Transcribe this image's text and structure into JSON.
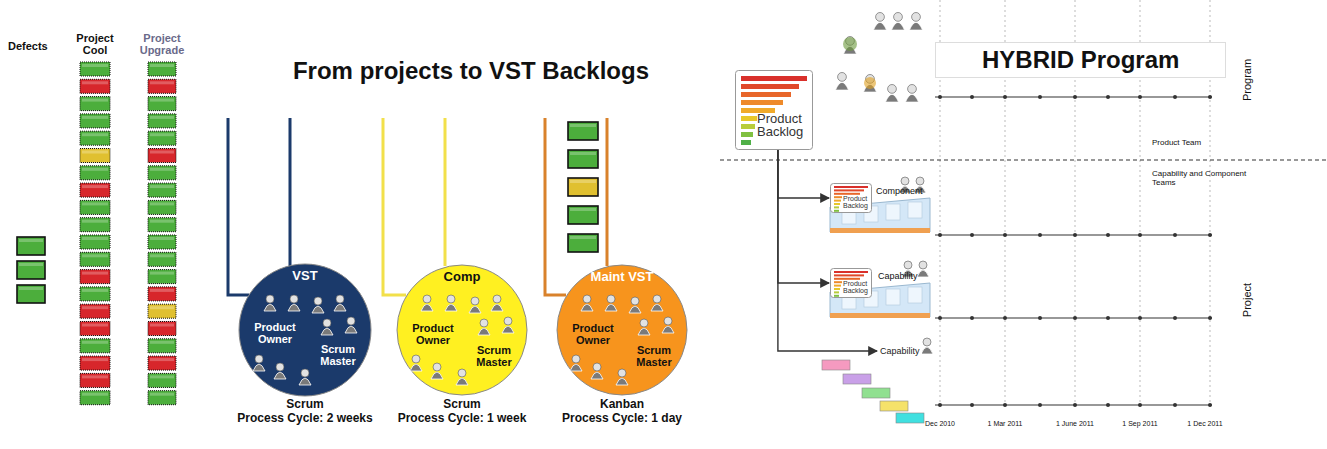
{
  "diagram": {
    "title": "From projects to VST Backlogs",
    "nodes": [
      {
        "text": [
          "VST",
          "Product Owner",
          "Scrum Master"
        ]
      },
      {
        "text": [
          "Comp",
          "Product Owner",
          "Scrum Master"
        ]
      },
      {
        "text": [
          "Maint VST",
          "Product Owner",
          "Scrum Master"
        ]
      },
      {
        "text": [
          "HYBRID Program"
        ]
      },
      {
        "text": [
          "Product Backlog"
        ]
      },
      {
        "text": [
          "Product Backlog"
        ]
      },
      {
        "text": [
          "Product Backlog"
        ]
      },
      {
        "text": [
          "Capability"
        ]
      }
    ],
    "edges": [
      {
        "from": 4,
        "to": 5,
        "arrow": "to"
      },
      {
        "from": 4,
        "to": 6,
        "arrow": "to"
      },
      {
        "from": 4,
        "to": 7,
        "arrow": "to"
      }
    ],
    "labels": [
      "Defects",
      "Project Cool",
      "Project Upgrade",
      "Scrum",
      "Process Cycle: 2 weeks",
      "Scrum",
      "Process Cycle: 1 week",
      "Kanban",
      "Process Cycle: 1 day",
      "Program",
      "Product Team",
      "Capability and Component Teams",
      "Project",
      "Component",
      "Capability",
      "Dec 2010",
      "1 Mar 2011",
      "1 June 2011",
      "1 Sep 2011",
      "1 Dec 2011"
    ]
  }
}
